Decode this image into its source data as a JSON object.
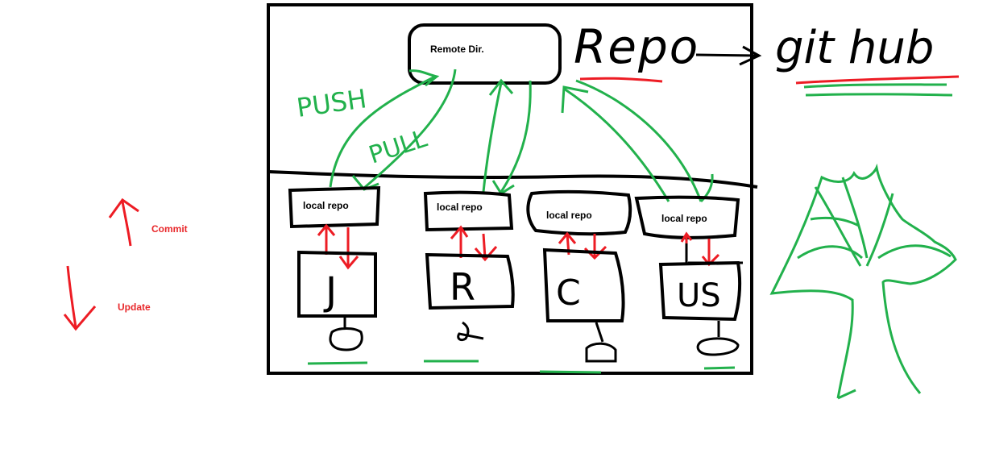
{
  "remote": {
    "label": "Remote Dir."
  },
  "local_repos": [
    {
      "label": "local repo",
      "user": "J"
    },
    {
      "label": "local repo",
      "user": "R"
    },
    {
      "label": "local repo",
      "user": "C"
    },
    {
      "label": "local repo",
      "user": "US"
    }
  ],
  "annotations": {
    "push": "PUSH",
    "pull": "PULL",
    "repo": "Repo",
    "github": "git hub"
  },
  "legend": {
    "commit": "Commit",
    "update": "Update"
  },
  "colors": {
    "ink": "#000000",
    "green": "#22b14c",
    "red": "#ed1c24",
    "label_red": "#e8282b"
  }
}
